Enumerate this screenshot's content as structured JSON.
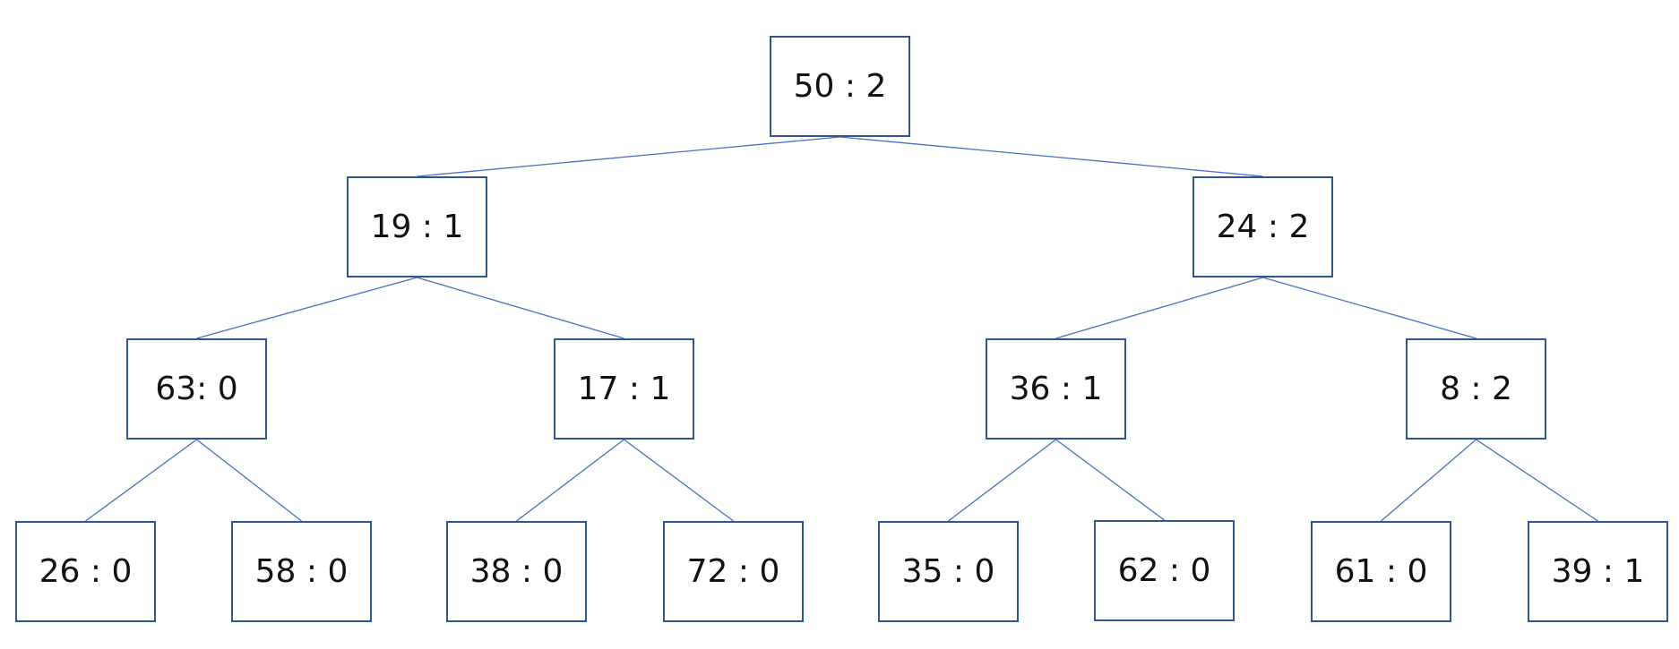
{
  "colors": {
    "node_border": "#2F5597",
    "edge": "#4472C4",
    "text": "#111111",
    "background": "#ffffff"
  },
  "tree": {
    "nodes": [
      {
        "id": "root",
        "label": "50 : 2"
      },
      {
        "id": "l",
        "label": "19 : 1"
      },
      {
        "id": "r",
        "label": "24 : 2"
      },
      {
        "id": "ll",
        "label": "63: 0"
      },
      {
        "id": "lr",
        "label": "17 : 1"
      },
      {
        "id": "rl",
        "label": "36 : 1"
      },
      {
        "id": "rr",
        "label": "8 : 2"
      },
      {
        "id": "lll",
        "label": "26 : 0"
      },
      {
        "id": "llr",
        "label": "58 : 0"
      },
      {
        "id": "lrl",
        "label": "38 : 0"
      },
      {
        "id": "lrr",
        "label": "72 : 0"
      },
      {
        "id": "rll",
        "label": "35 : 0"
      },
      {
        "id": "rlr",
        "label": "62 : 0"
      },
      {
        "id": "rrl",
        "label": "61 : 0"
      },
      {
        "id": "rrr",
        "label": "39 : 1"
      }
    ],
    "edges": [
      [
        "root",
        "l"
      ],
      [
        "root",
        "r"
      ],
      [
        "l",
        "ll"
      ],
      [
        "l",
        "lr"
      ],
      [
        "r",
        "rl"
      ],
      [
        "r",
        "rr"
      ],
      [
        "ll",
        "lll"
      ],
      [
        "ll",
        "llr"
      ],
      [
        "lr",
        "lrl"
      ],
      [
        "lr",
        "lrr"
      ],
      [
        "rl",
        "rll"
      ],
      [
        "rl",
        "rlr"
      ],
      [
        "rr",
        "rrl"
      ],
      [
        "rr",
        "rrr"
      ]
    ]
  }
}
